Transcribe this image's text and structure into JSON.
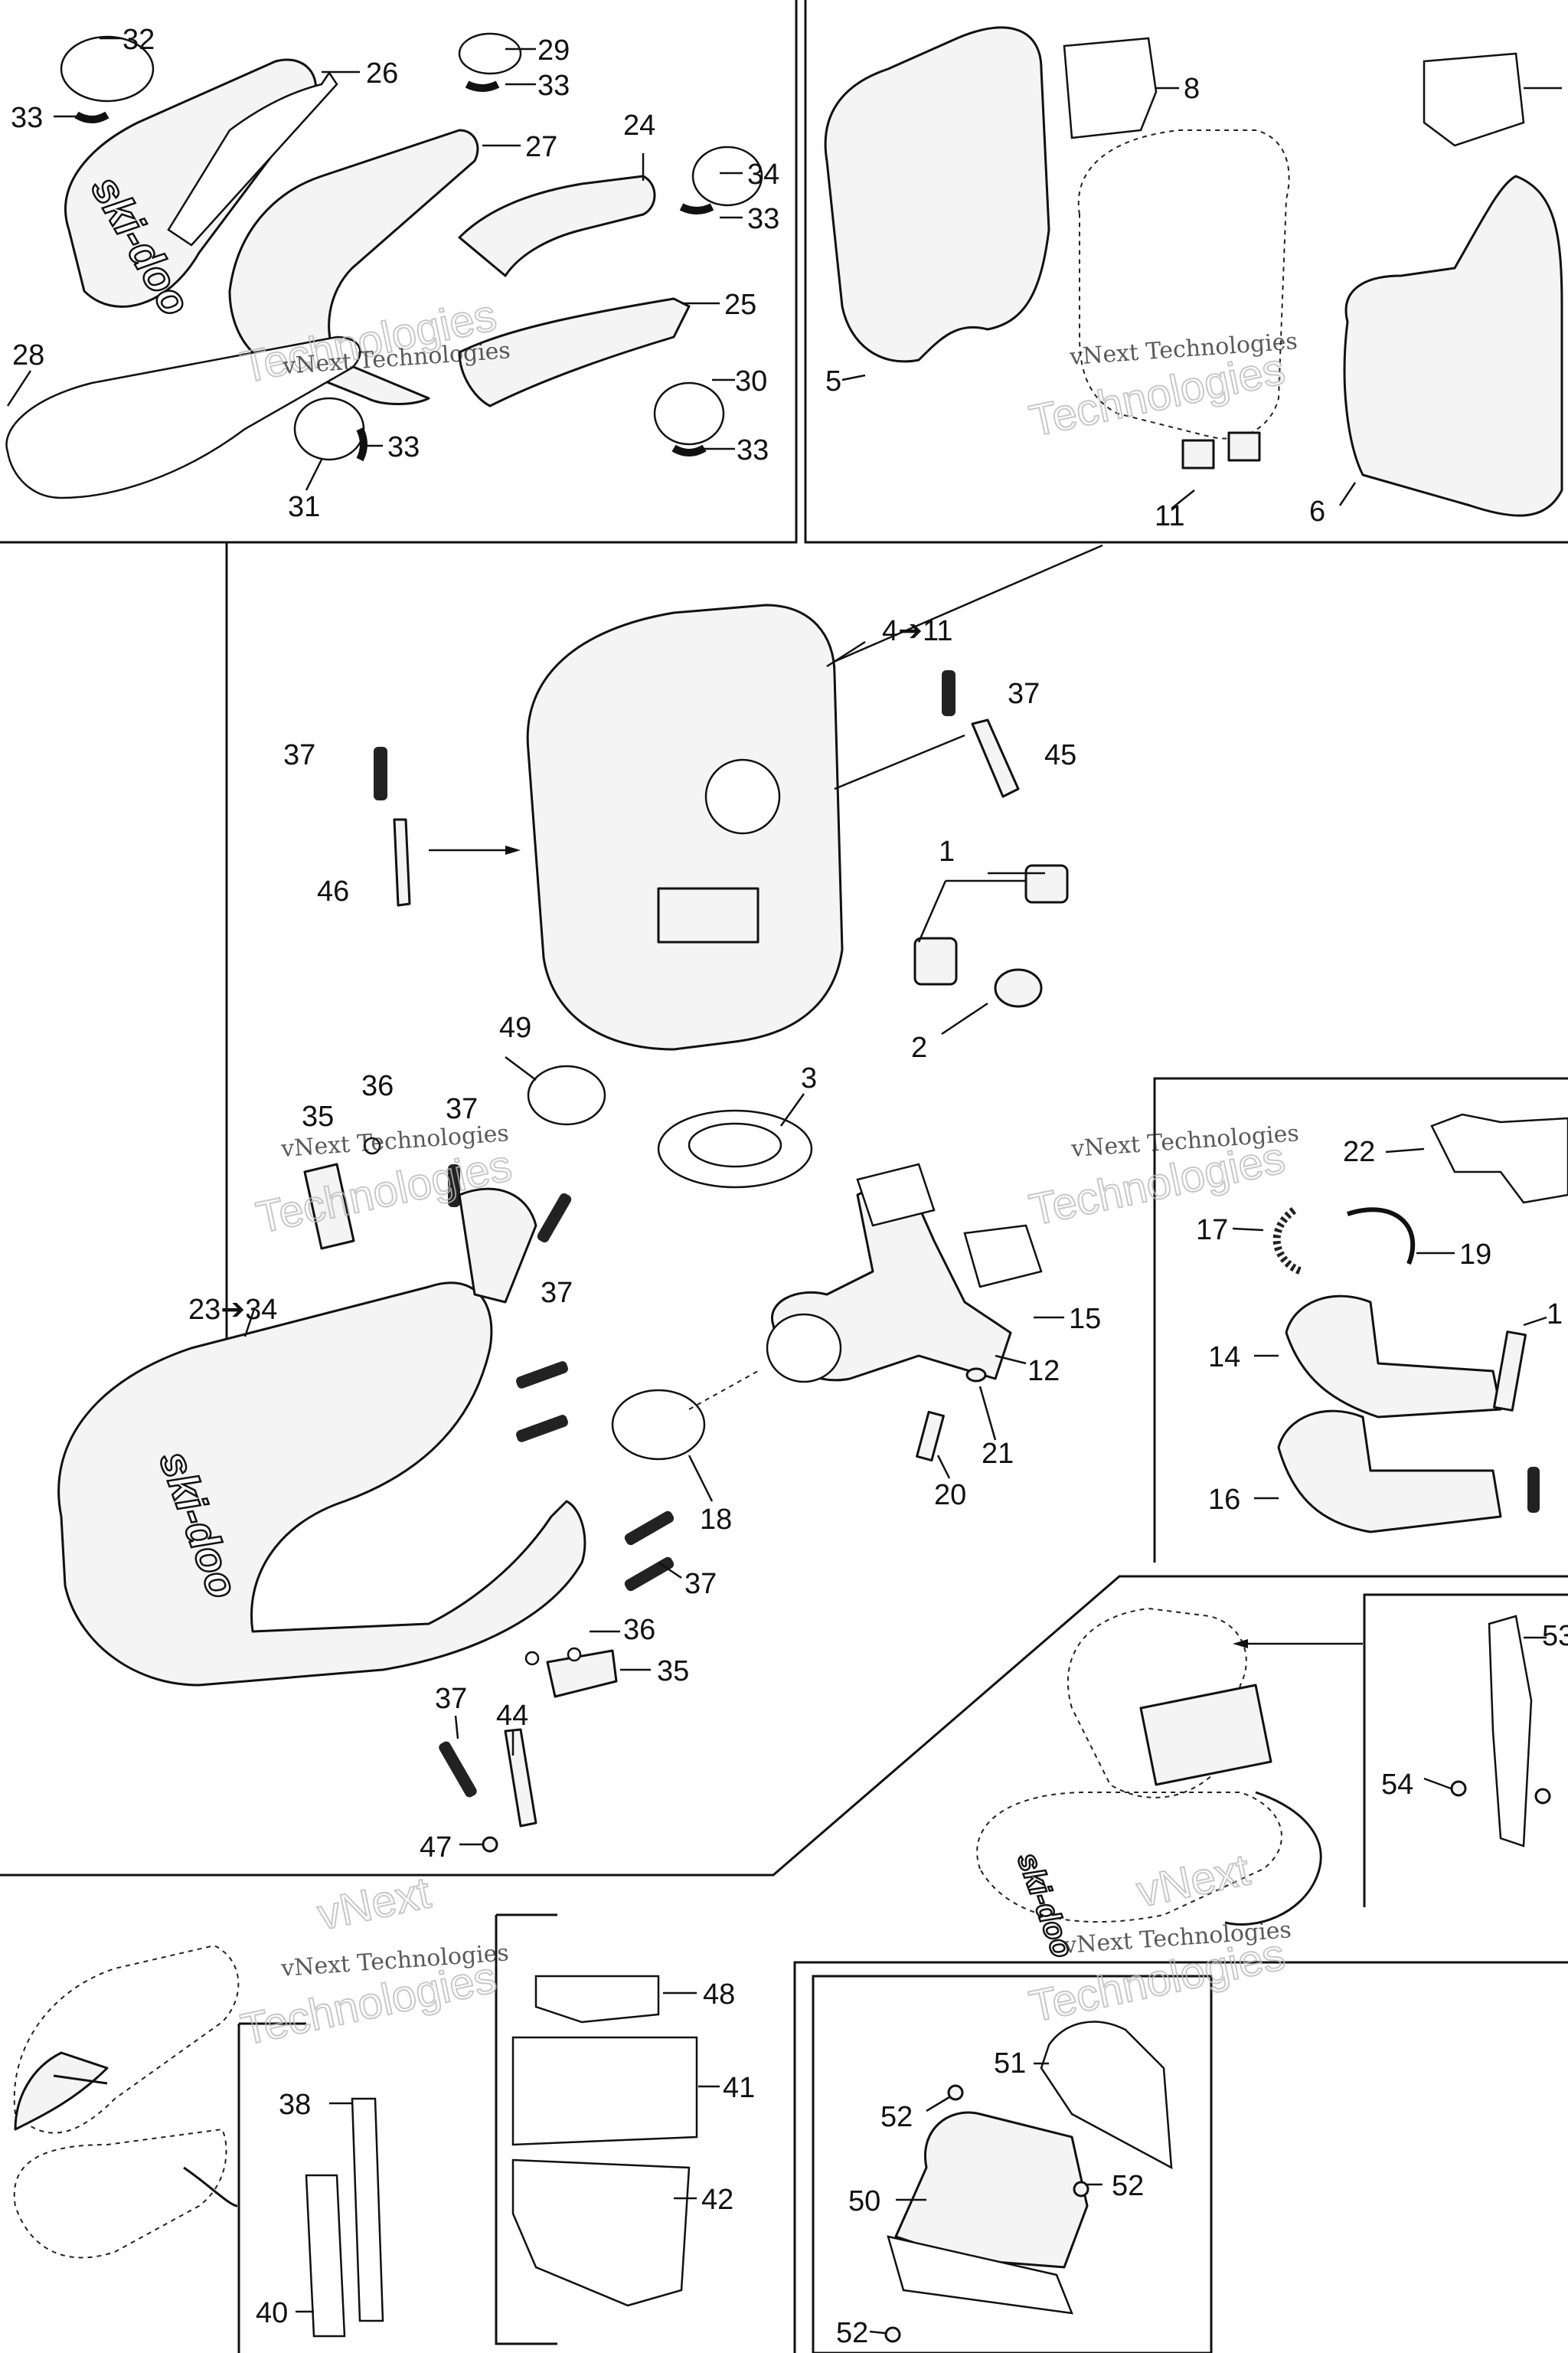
{
  "watermark": {
    "line1": "vNext Technologies",
    "line2": "Technologies",
    "line0": "vNext"
  },
  "logo_text": "ski-doo",
  "callouts": {
    "c32": "32",
    "c33a": "33",
    "c26": "26",
    "c29": "29",
    "c33b": "33",
    "c27": "27",
    "c24": "24",
    "c34a": "34",
    "c33c": "33",
    "c25": "25",
    "c28": "28",
    "c30": "30",
    "c33d": "33",
    "c33e": "33",
    "c31": "31",
    "c8": "8",
    "c5": "5",
    "c11a": "11",
    "c6": "6",
    "c4to11": "4➔11",
    "c37a": "37",
    "c37b": "37",
    "c45": "45",
    "c46": "46",
    "c1": "1",
    "c2": "2",
    "c49": "49",
    "c3": "3",
    "c36a": "36",
    "c35a": "35",
    "c37c": "37",
    "c37d": "37",
    "c23to34": "23➔34",
    "c15": "15",
    "c12": "12",
    "c21": "21",
    "c20": "20",
    "c18": "18",
    "c37e": "37",
    "c36b": "36",
    "c35b": "35",
    "c37f": "37",
    "c44": "44",
    "c47": "47",
    "c22": "22",
    "c17": "17",
    "c19": "19",
    "c13": "1",
    "c14": "14",
    "c16": "16",
    "c53": "53",
    "c54": "54",
    "c48": "48",
    "c41": "41",
    "c38": "38",
    "c42": "42",
    "c40": "40",
    "c51": "51",
    "c52a": "52",
    "c52b": "52",
    "c50": "50",
    "c52c": "52"
  }
}
